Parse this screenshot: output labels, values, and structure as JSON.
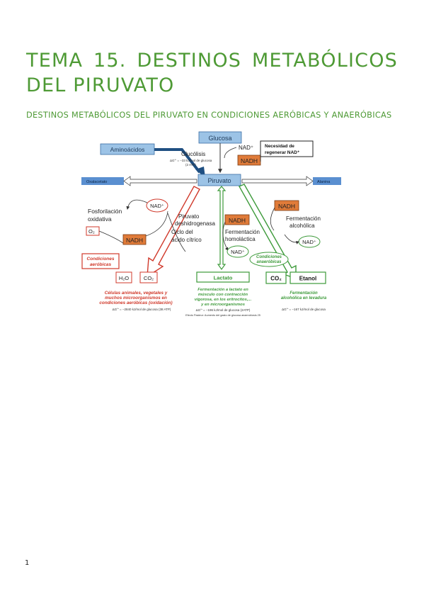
{
  "page": {
    "title": "TEMA 15. DESTINOS METABÓLICOS DEL PIRUVATO",
    "subtitle": "DESTINOS METABÓLICOS DEL PIRUVATO EN CONDICIONES AERÓBICAS Y ANAERÓBICAS",
    "page_number": "1"
  },
  "diagram": {
    "glucosa": "Glucosa",
    "aminoacidos": "Aminoácidos",
    "glucolisis": "Glucólisis",
    "glucolisis_energy_1": "ΔG°' = −33 kJ/mol de glucosa",
    "glucolisis_energy_2": "(2 ATP)",
    "nad_top": "NAD⁺",
    "nadh_top": "NADH",
    "necesidad_1": "Necesidad de",
    "necesidad_2": "regenerar NAD⁺",
    "oxalacetato": "Oxalacetato",
    "piruvato": "Piruvato",
    "alanina": "Alanina",
    "fosforilacion_1": "Fosforilación",
    "fosforilacion_2": "oxidativa",
    "nad_left": "NAD⁺",
    "o2": "O₂",
    "nadh_left": "NADH",
    "cond_aerobicas_1": "Condiciones",
    "cond_aerobicas_2": "aeróbicas",
    "piruvato_desh_1": "Piruvato",
    "piruvato_desh_2": "deshidrogenasa",
    "ciclo_1": "Ciclo del",
    "ciclo_2": "ácido cítrico",
    "nadh_mid": "NADH",
    "ferm_homo_1": "Fermentación",
    "ferm_homo_2": "homoláctica",
    "nad_mid": "NAD⁺",
    "cond_anaerobicas_1": "Condiciones",
    "cond_anaerobicas_2": "anaeróbicas",
    "nadh_right": "NADH",
    "ferm_alco_1": "Fermentación",
    "ferm_alco_2": "alcohólica",
    "nad_right": "NAD⁺",
    "h2o": "H₂O",
    "co2_left": "CO₂",
    "lactato": "Lactato",
    "co2_right": "CO₂",
    "etanol": "Etanol",
    "aer_note_1": "Células animales, vegetales y",
    "aer_note_2": "muchos microorganismos en",
    "aer_note_3": "condiciones aeróbicas (oxidación)",
    "aer_energy": "ΔG°' = −2840 kJ/mol de glucosa (38 ATP)",
    "lac_note_1": "Fermentación a lactato en",
    "lac_note_2": "músculo con contracción",
    "lac_note_3": "vigorosa, en los eritrocitos,...",
    "lac_note_4": "y en microorganismos",
    "lac_energy": "ΔG°' = −196 kJ/mol de glucosa (2ATP)",
    "efecto_pasteur": "Efecto Pasteur: Aumento del gasto de glucosa anaerobiosis 25",
    "eta_note_1": "Fermentación",
    "eta_note_2": "alcohólica en levadura",
    "eta_energy": "ΔG°' = −167 kJ/mol de glucosa"
  }
}
